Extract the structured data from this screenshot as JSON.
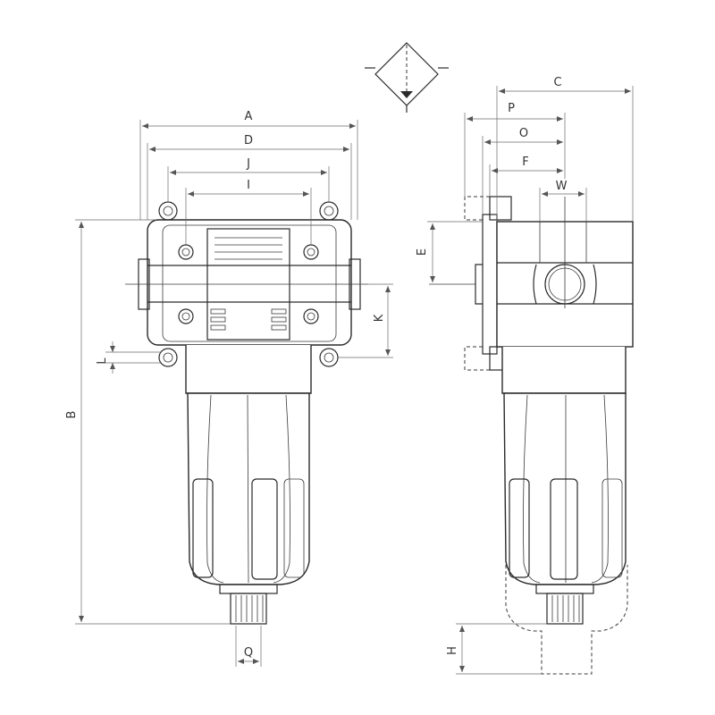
{
  "symbol": {
    "icon": "filter-symbol-icon"
  },
  "front_view": {
    "dim_A": "A",
    "dim_D": "D",
    "dim_J": "J",
    "dim_I": "I",
    "dim_B": "B",
    "dim_K": "K",
    "dim_L": "L",
    "dim_Q": "Q"
  },
  "side_view": {
    "dim_C": "C",
    "dim_P": "P",
    "dim_O": "O",
    "dim_F": "F",
    "dim_W": "W",
    "dim_E": "E",
    "dim_H": "H"
  },
  "colors": {
    "line": "#2a2a2a",
    "dimension": "#6a6a6a",
    "background": "#ffffff"
  }
}
